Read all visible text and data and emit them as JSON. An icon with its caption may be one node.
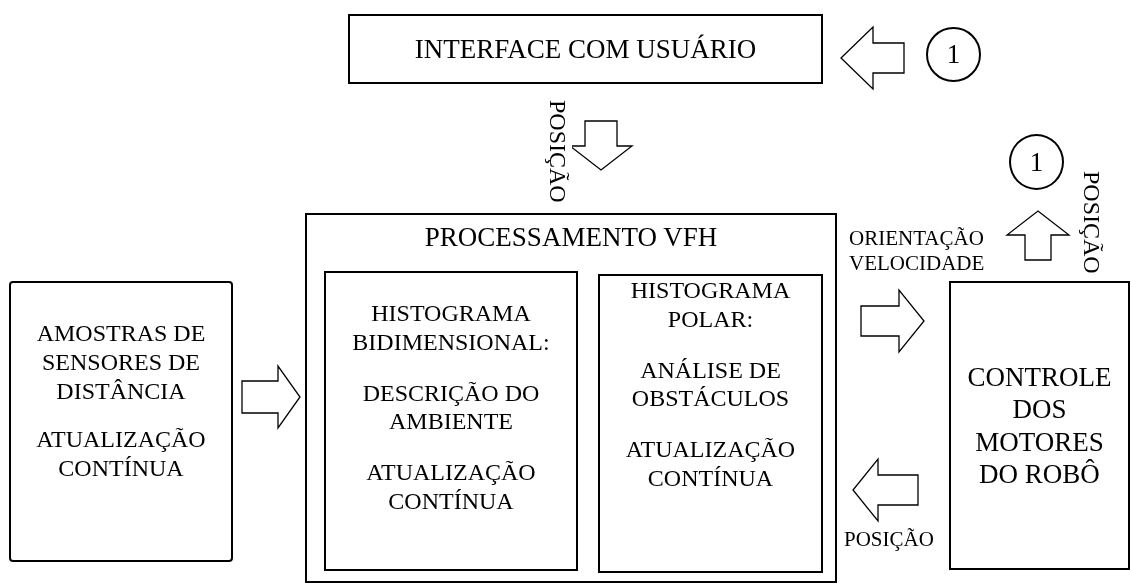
{
  "diagram": {
    "nodes": [
      {
        "text": [
          "INTERFACE COM USUÁRIO"
        ]
      },
      {
        "text": [
          "1"
        ]
      },
      {
        "text": [
          "PROCESSAMENTO VFH"
        ]
      },
      {
        "text": [
          "HISTOGRAMA BIDIMENSIONAL:",
          "DESCRIÇÃO DO AMBIENTE",
          "ATUALIZAÇÃO CONTÍNUA"
        ],
        "in": 2
      },
      {
        "text": [
          "HISTOGRAMA POLAR:",
          "ANÁLISE DE OBSTÁCULOS",
          "ATUALIZAÇÃO CONTÍNUA"
        ],
        "in": 2
      },
      {
        "text": [
          "AMOSTRAS DE SENSORES DE DISTÂNCIA",
          "ATUALIZAÇÃO CONTÍNUA"
        ]
      },
      {
        "text": [
          "CONTROLE DOS MOTORES DO ROBÔ"
        ]
      },
      {
        "text": [
          "1"
        ]
      }
    ],
    "edges": [
      {
        "from": 1,
        "to": 0,
        "arrow": "to"
      },
      {
        "from": 0,
        "to": 2,
        "arrow": "to",
        "label": "POSIÇÃO"
      },
      {
        "from": 5,
        "to": 2,
        "arrow": "to"
      },
      {
        "from": 2,
        "to": 6,
        "arrow": "to",
        "label": "ORIENTAÇÃO VELOCIDADE"
      },
      {
        "from": 6,
        "to": 2,
        "arrow": "to",
        "label": "POSIÇÃO"
      },
      {
        "from": 6,
        "to": 7,
        "arrow": "to",
        "label": "POSIÇÃO"
      }
    ]
  }
}
